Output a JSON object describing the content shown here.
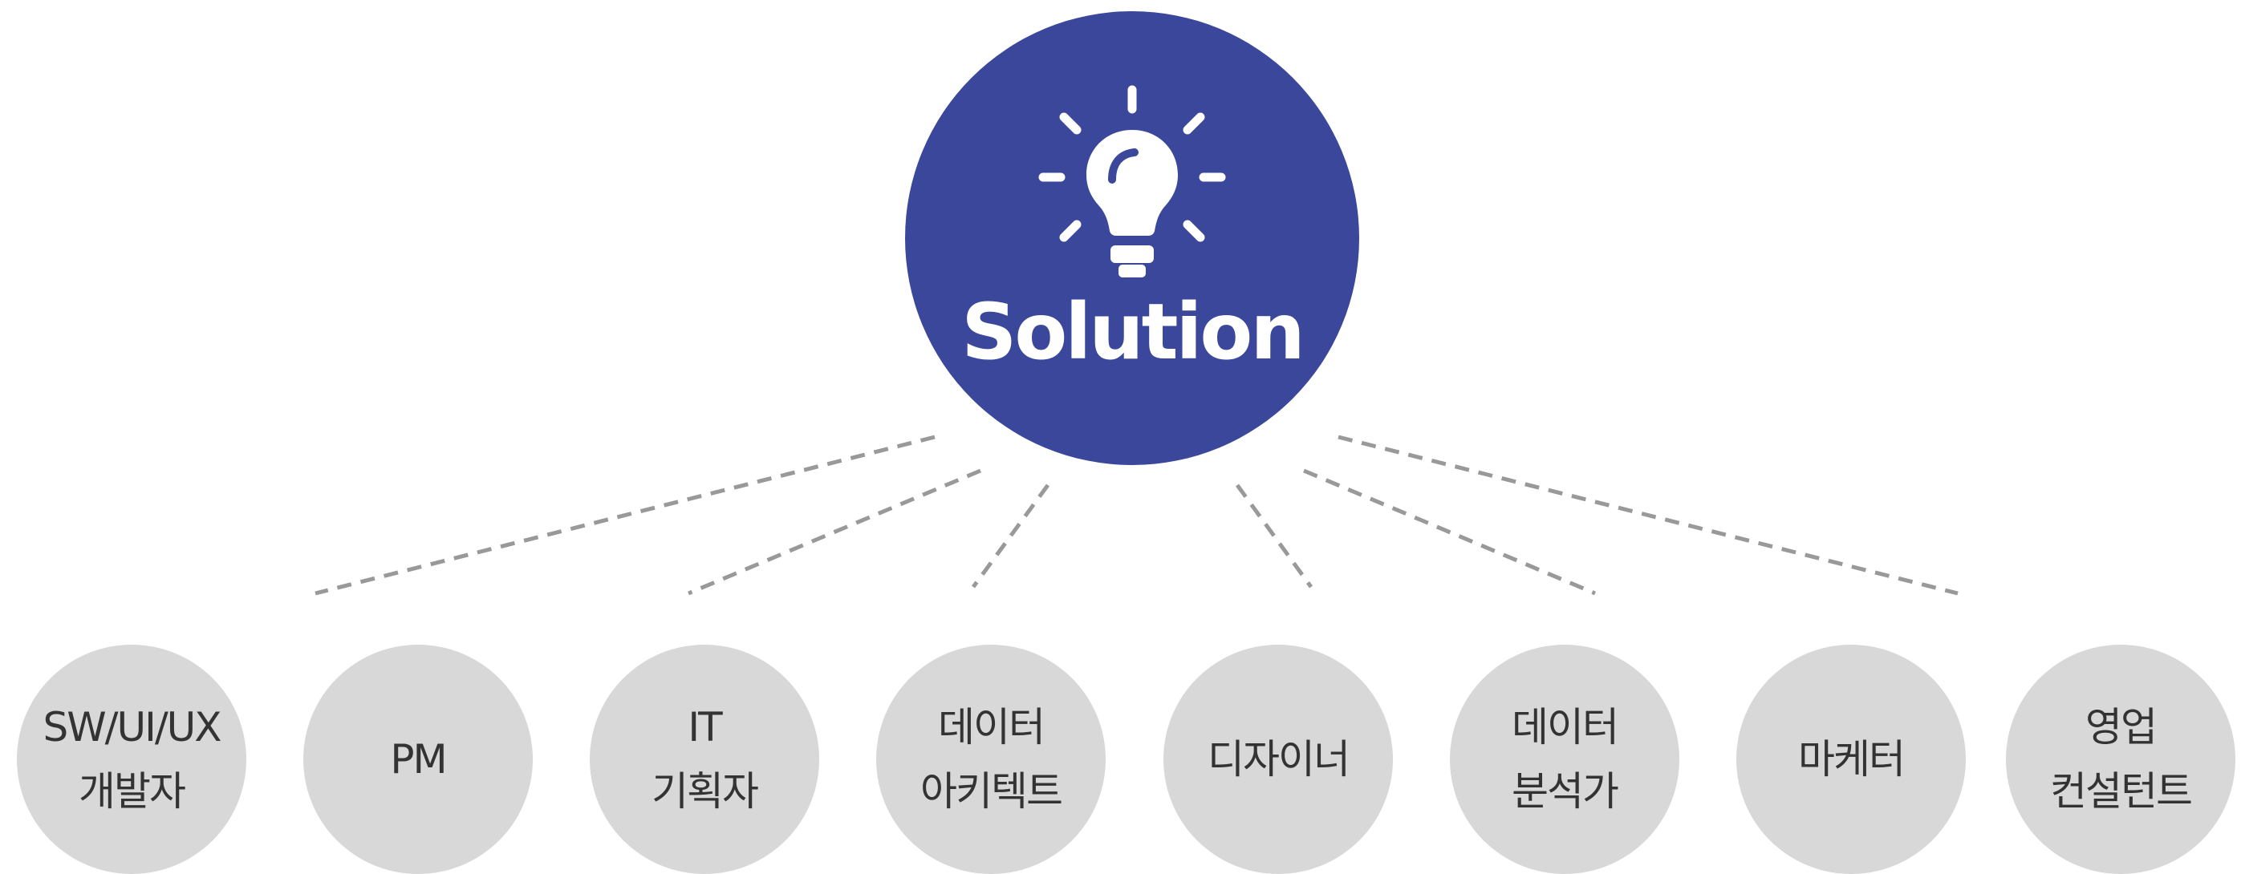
{
  "hub": {
    "title": "Solution",
    "icon": "lightbulb-icon",
    "color": "#3a479b"
  },
  "roles": [
    {
      "line1": "SW/UI/UX",
      "line2": "개발자"
    },
    {
      "line1": "PM",
      "line2": ""
    },
    {
      "line1": "IT",
      "line2": "기획자"
    },
    {
      "line1": "데이터",
      "line2": "아키텍트"
    },
    {
      "line1": "디자이너",
      "line2": ""
    },
    {
      "line1": "데이터",
      "line2": "분석가"
    },
    {
      "line1": "마케터",
      "line2": ""
    },
    {
      "line1": "영업",
      "line2": "컨설턴트"
    }
  ],
  "colors": {
    "role_fill": "#d8d8d8",
    "connector": "#999999",
    "text": "#333333"
  }
}
